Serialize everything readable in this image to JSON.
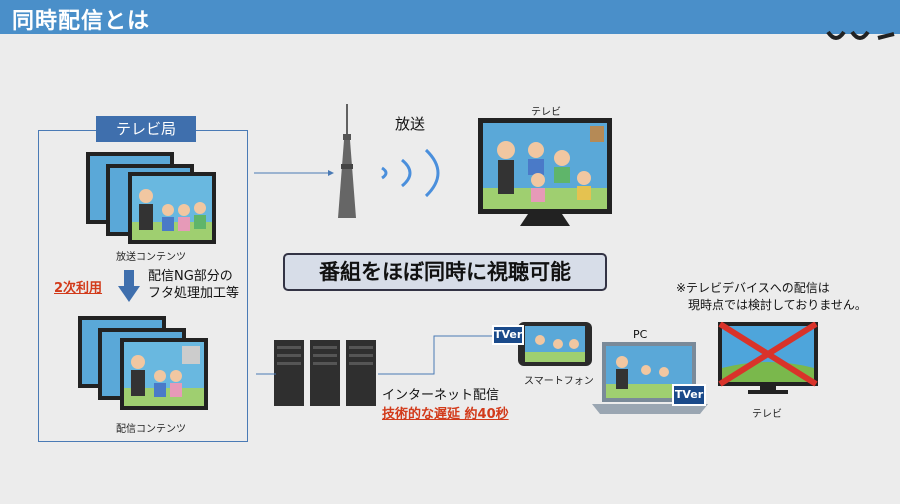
{
  "header": {
    "title": "同時配信とは"
  },
  "station": {
    "label": "テレビ局"
  },
  "broadcast_content_label": "放送コンテンツ",
  "secondary_use": "2次利用",
  "processing_text": [
    "配信NG部分の",
    "フタ処理加工等"
  ],
  "distribution_content_label": "配信コンテンツ",
  "broadcast_label": "放送",
  "tv_label_top": "テレビ",
  "banner": "番組をほぼ同時に視聴可能",
  "note": [
    "※テレビデバイスへの配信は",
    "現時点では検討しておりません。"
  ],
  "internet_label": "インターネット配信",
  "delay_label": "技術的な遅延 約40秒",
  "smartphone_label": "スマートフォン",
  "pc_label": "PC",
  "tv_label_bottom": "テレビ",
  "tver_logo": "TVer",
  "colors": {
    "header": "#4a8fc9",
    "accent_red": "#d23a1a",
    "box_border": "#4a7ab5"
  }
}
